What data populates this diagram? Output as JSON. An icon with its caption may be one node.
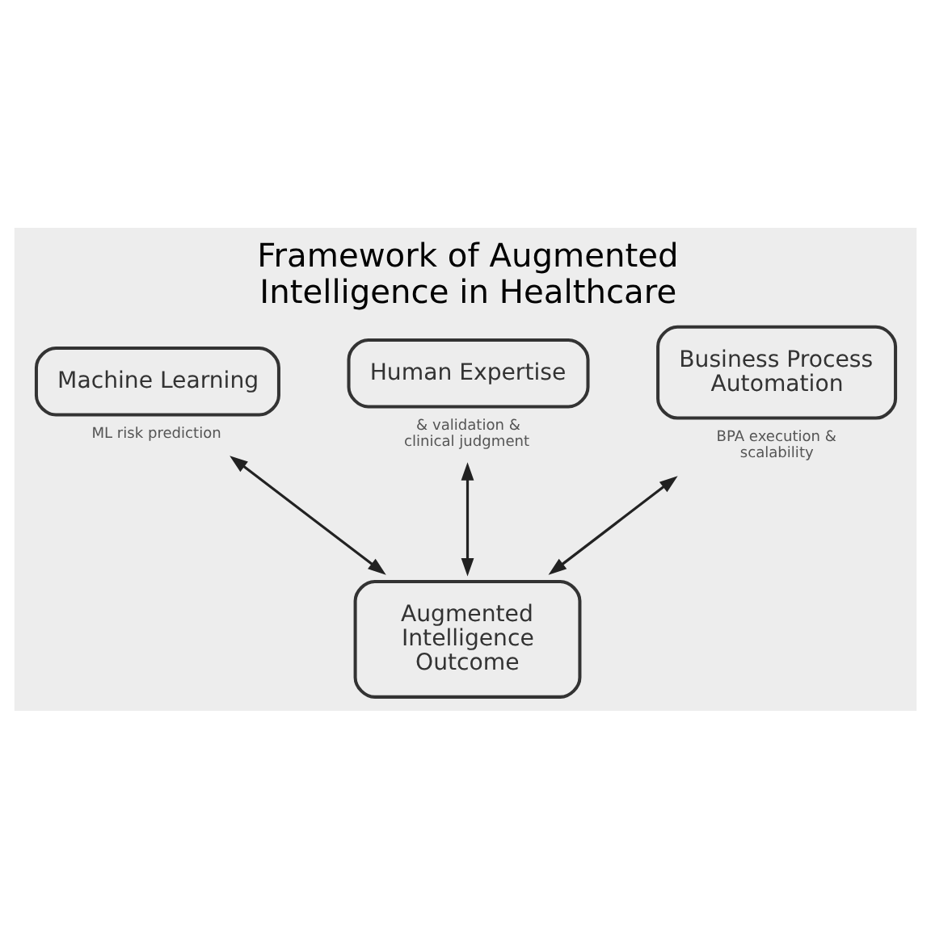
{
  "diagram": {
    "title": "Framework of Augmented Intelligence in Healthcare",
    "nodes": [
      {
        "text": [
          "Machine Learning"
        ],
        "beside": [
          "ML risk prediction"
        ]
      },
      {
        "text": [
          "Human Expertise"
        ],
        "beside": [
          "& validation & clinical judgment"
        ]
      },
      {
        "text": [
          "Business Process Automation"
        ],
        "beside": [
          "BPA execution & scalability"
        ]
      },
      {
        "text": [
          "Augmented Intelligence Outcome"
        ]
      }
    ],
    "edges": [
      {
        "from": 0,
        "to": 3,
        "arrow": "both"
      },
      {
        "from": 1,
        "to": 3,
        "arrow": "both"
      },
      {
        "from": 2,
        "to": 3,
        "arrow": "both"
      }
    ]
  }
}
